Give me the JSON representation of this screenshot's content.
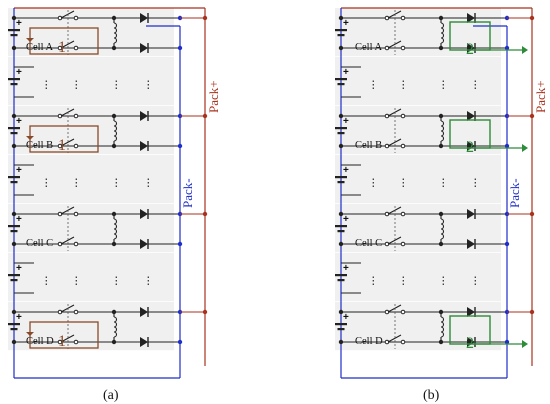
{
  "colors": {
    "background": "#ffffff",
    "cell_band": "#f0f0f0",
    "wire": "#222222",
    "pack_plus": "#a8321e",
    "pack_minus": "#1f2fc8",
    "loop_brown": "#8a4a2a",
    "loop_green": "#2e8b3a"
  },
  "panels": [
    {
      "id": "a",
      "caption": "(a)",
      "pack_plus_label": "Pack+",
      "pack_minus_label": "Pack-",
      "cells": [
        {
          "label": "Cell A",
          "mode": "1"
        },
        {
          "label": "Cell B",
          "mode": "1"
        },
        {
          "label": "Cell C",
          "mode": ""
        },
        {
          "label": "Cell D",
          "mode": "1"
        }
      ]
    },
    {
      "id": "b",
      "caption": "(b)",
      "pack_plus_label": "Pack+",
      "pack_minus_label": "Pack-",
      "cells": [
        {
          "label": "Cell A",
          "mode": "2"
        },
        {
          "label": "Cell B",
          "mode": "2"
        },
        {
          "label": "Cell C",
          "mode": ""
        },
        {
          "label": "Cell D",
          "mode": "2"
        }
      ]
    }
  ],
  "icons": [
    "battery-icon",
    "switch-icon",
    "inductor-icon",
    "diode-icon",
    "ellipsis-icon"
  ],
  "dots_symbol": "⋮",
  "plus_symbol": "+"
}
